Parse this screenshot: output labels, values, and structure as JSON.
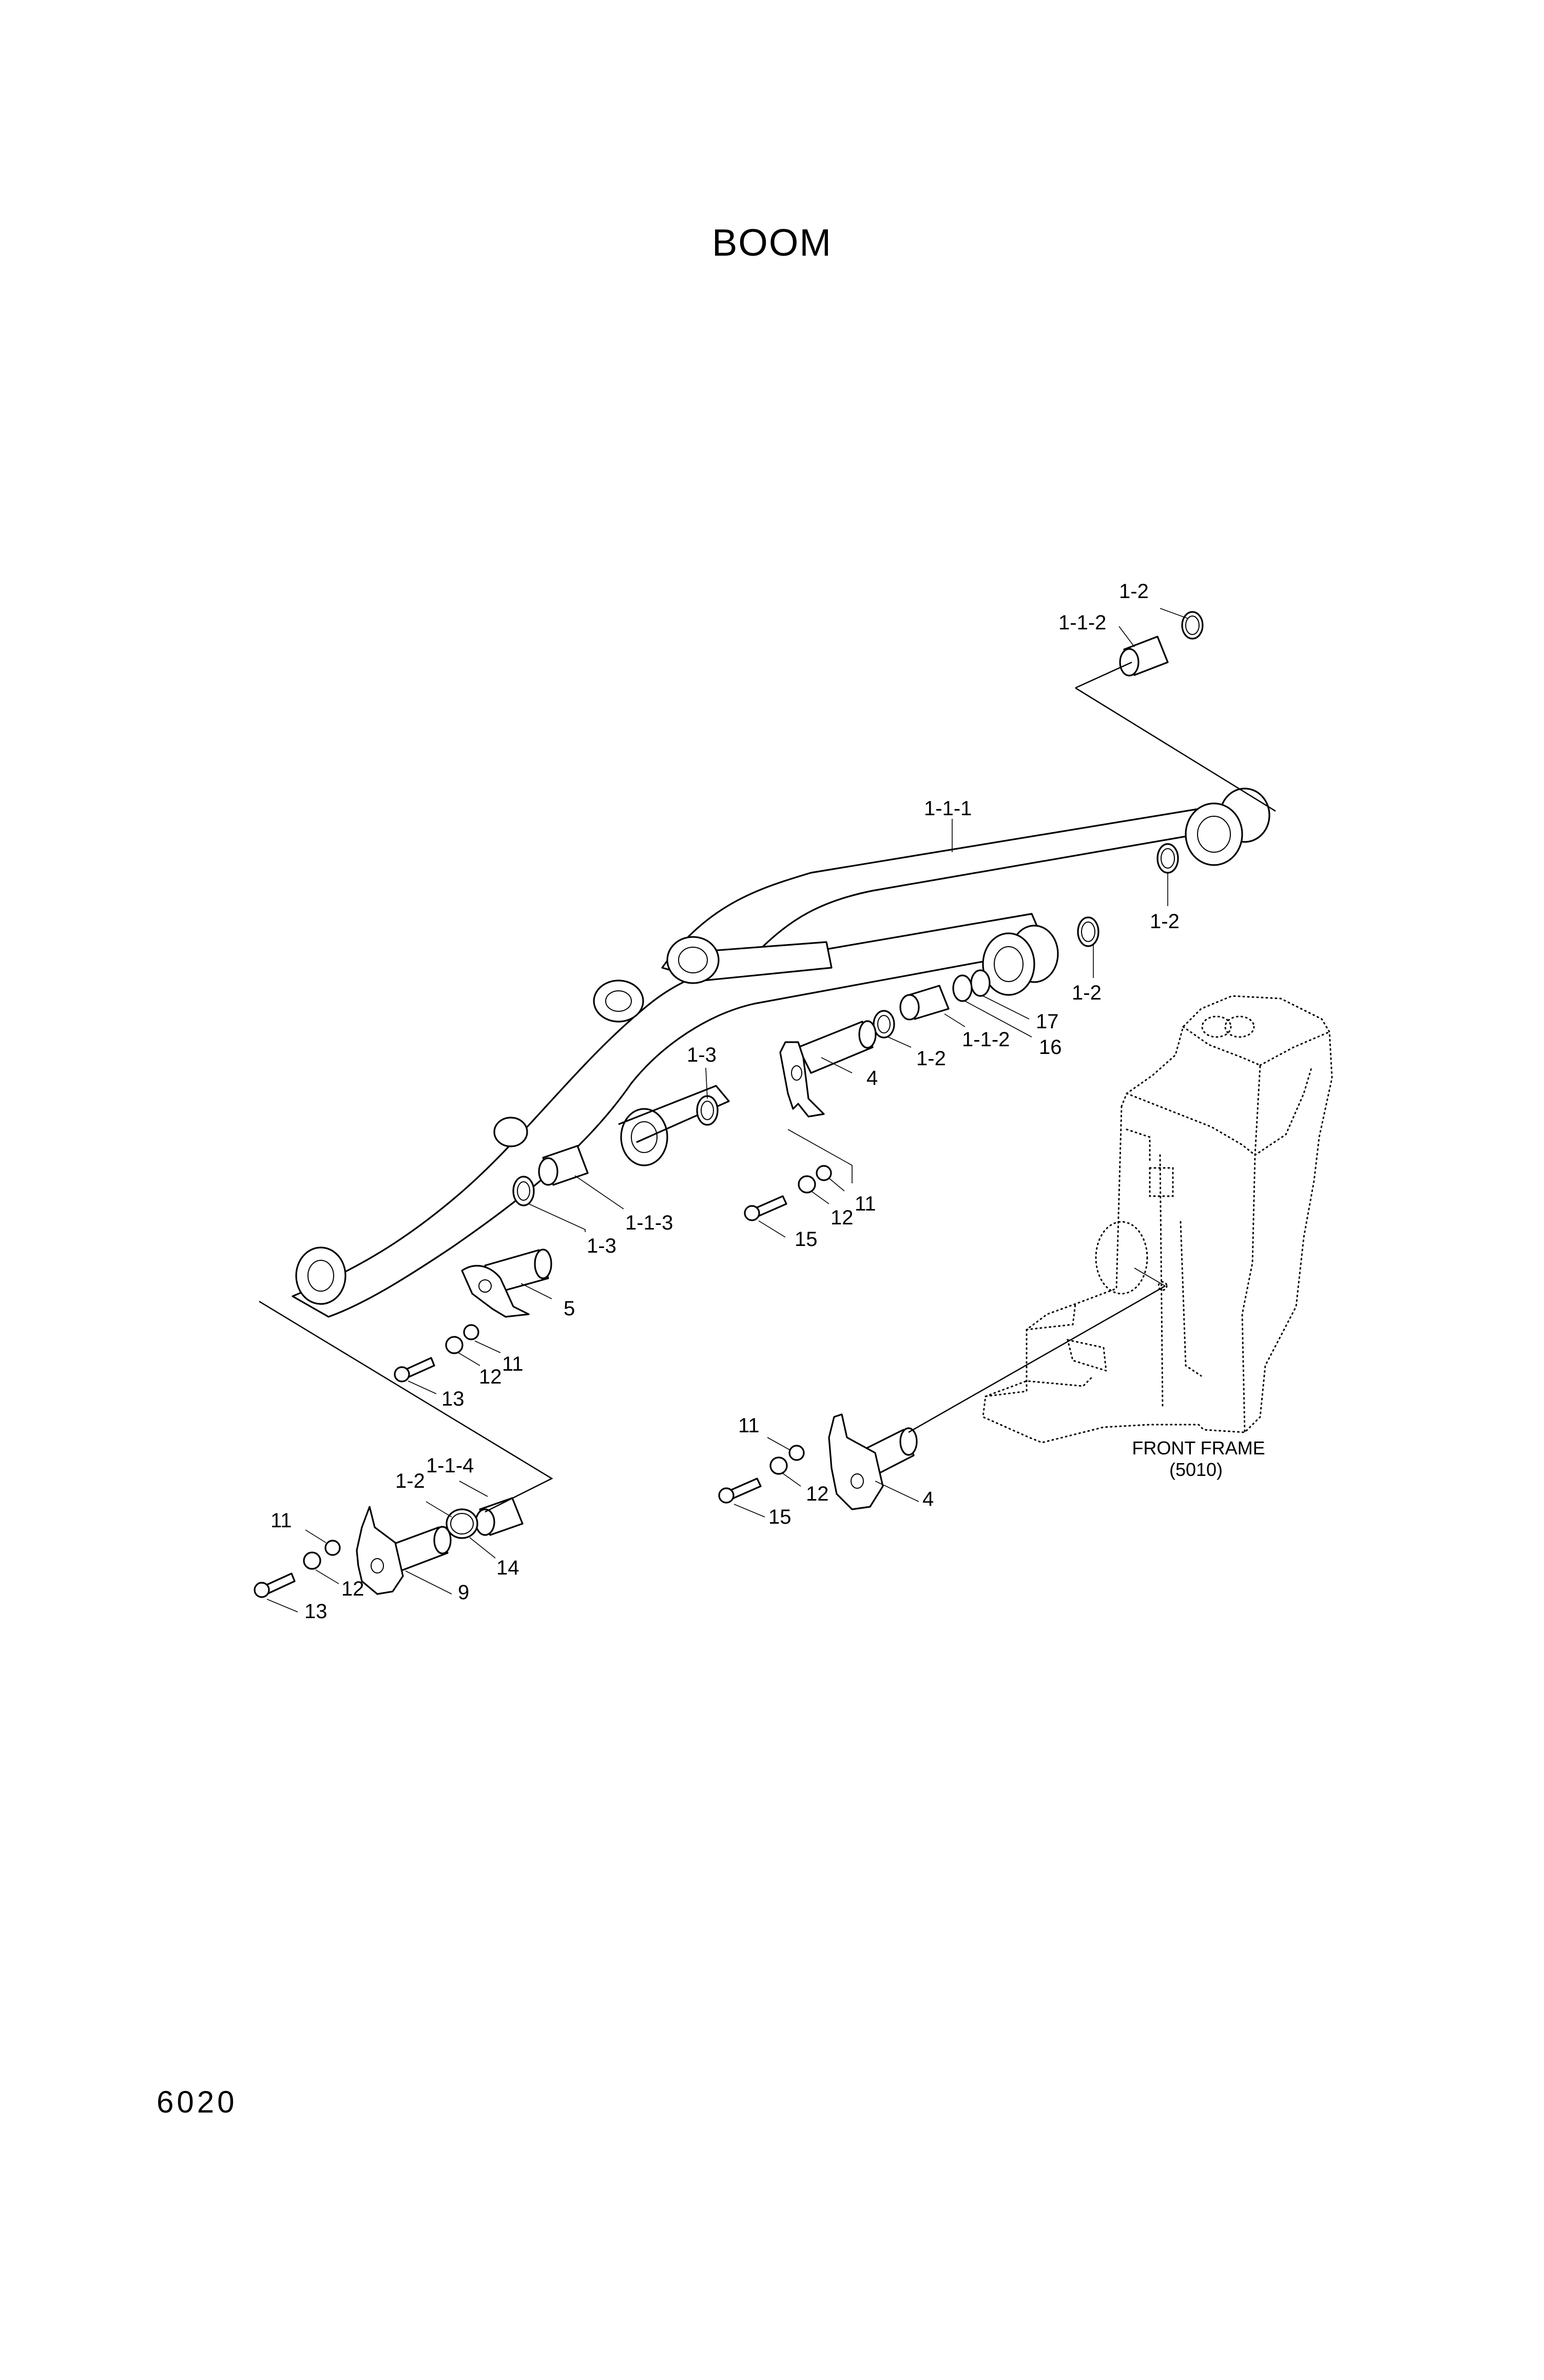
{
  "title": "BOOM",
  "page_number": "6020",
  "front_frame": {
    "name": "FRONT FRAME",
    "ref": "(5010)"
  },
  "callouts": {
    "c1": "1-1-2",
    "c2": "1-2",
    "c3": "1-1-1",
    "c4": "1-2",
    "c5": "1-2",
    "c6": "17",
    "c7": "16",
    "c8": "1-1-2",
    "c9": "1-2",
    "c10": "1-3",
    "c11": "4",
    "c12": "11",
    "c13": "12",
    "c14": "15",
    "c15": "1-1-3",
    "c16": "1-3",
    "c17": "5",
    "c18": "11",
    "c19": "12",
    "c20": "13",
    "c21": "11",
    "c22": "12",
    "c23": "15",
    "c24": "4",
    "c25": "1-1-4",
    "c26": "1-2",
    "c27": "11",
    "c28": "12",
    "c29": "13",
    "c30": "9",
    "c31": "14"
  }
}
